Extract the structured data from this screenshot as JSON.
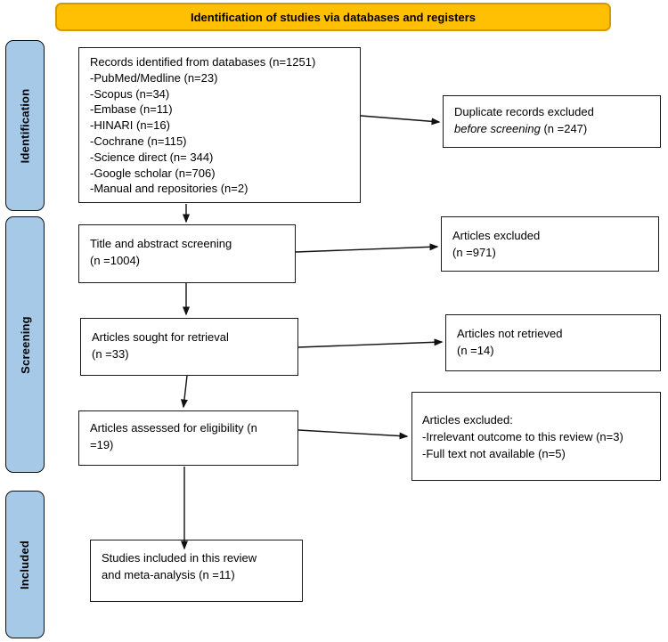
{
  "banner": {
    "title": "Identification of studies via databases and registers"
  },
  "sidebar": {
    "identification": "Identification",
    "screening": "Screening",
    "included": "Included"
  },
  "boxes": {
    "records": {
      "lines": [
        "Records identified from databases (n=1251)",
        "-PubMed/Medline (n=23)",
        "-Scopus (n=34)",
        "-Embase (n=11)",
        "-HINARI (n=16)",
        "-Cochrane (n=115)",
        "-Science direct (n= 344)",
        "-Google scholar (n=706)",
        "-Manual and repositories (n=2)"
      ]
    },
    "duplicates": {
      "line1": "Duplicate records excluded",
      "line2_italic": "before screening",
      "line2_rest": " (n =247)"
    },
    "title_abstract": {
      "lines": [
        "Title and abstract screening",
        "(n =1004)"
      ]
    },
    "excluded_screening": {
      "lines": [
        "Articles excluded",
        "(n =971)"
      ]
    },
    "sought": {
      "lines": [
        "Articles sought for retrieval",
        "(n =33)"
      ]
    },
    "not_retrieved": {
      "lines": [
        "Articles not retrieved",
        "(n =14)"
      ]
    },
    "assessed": {
      "lines": [
        "Articles assessed for eligibility (n",
        "=19)"
      ]
    },
    "excluded_eligibility": {
      "lines": [
        "Articles excluded:",
        "-Irrelevant outcome to this review (n=3)",
        "-Full text not available (n=5)"
      ]
    },
    "included": {
      "lines": [
        "Studies included in this review",
        "and meta-analysis (n =11)"
      ]
    }
  },
  "colors": {
    "banner_fill": "#FFC003",
    "banner_border": "#D29A00",
    "sidebar_fill": "#A6C9E8",
    "line_color": "#111111"
  }
}
